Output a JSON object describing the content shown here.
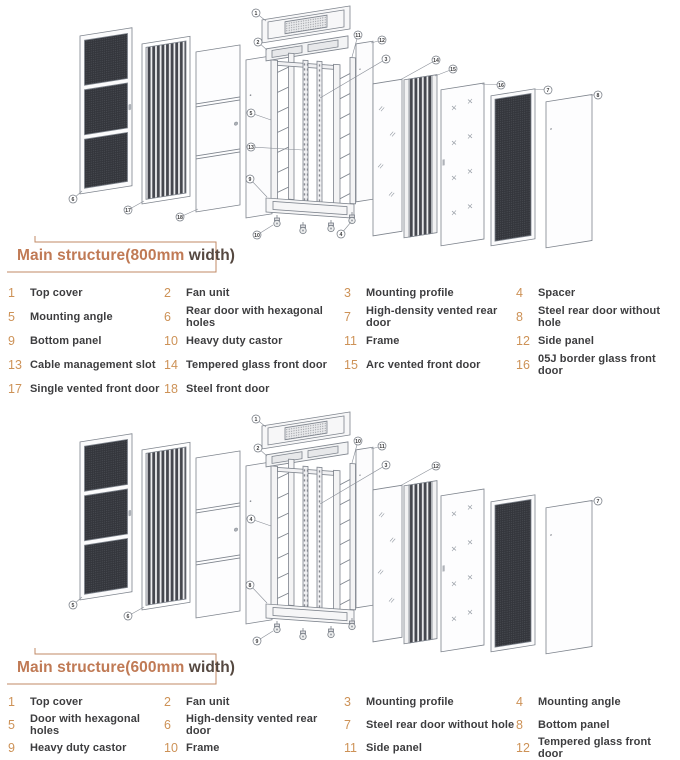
{
  "colors": {
    "accent_heading": "#c07a55",
    "heading_suffix": "#554840",
    "part_number": "#cd9257",
    "part_label": "#3d3d3f",
    "line_art": "#7d838c",
    "mesh_dark": "#34363c"
  },
  "section1": {
    "heading_main": "Main structure(800mm",
    "heading_suffix": " width)",
    "parts": [
      {
        "num": "1",
        "label": "Top cover"
      },
      {
        "num": "2",
        "label": "Fan unit"
      },
      {
        "num": "3",
        "label": "Mounting profile"
      },
      {
        "num": "4",
        "label": "Spacer"
      },
      {
        "num": "5",
        "label": "Mounting angle"
      },
      {
        "num": "6",
        "label": "Rear door with hexagonal holes"
      },
      {
        "num": "7",
        "label": "High-density vented rear door"
      },
      {
        "num": "8",
        "label": "Steel rear door without hole"
      },
      {
        "num": "9",
        "label": "Bottom panel"
      },
      {
        "num": "10",
        "label": "Heavy duty castor"
      },
      {
        "num": "11",
        "label": "Frame"
      },
      {
        "num": "12",
        "label": "Side panel"
      },
      {
        "num": "13",
        "label": "Cable management slot"
      },
      {
        "num": "14",
        "label": "Tempered glass front door"
      },
      {
        "num": "15",
        "label": "Arc vented front door"
      },
      {
        "num": "16",
        "label": "05J border glass front door"
      },
      {
        "num": "17",
        "label": "Single vented front door"
      },
      {
        "num": "18",
        "label": "Steel front door"
      }
    ]
  },
  "section2": {
    "heading_main": "Main structure(600mm",
    "heading_suffix": " width)",
    "parts": [
      {
        "num": "1",
        "label": "Top cover"
      },
      {
        "num": "2",
        "label": "Fan unit"
      },
      {
        "num": "3",
        "label": "Mounting profile"
      },
      {
        "num": "4",
        "label": "Mounting angle"
      },
      {
        "num": "5",
        "label": "Door with hexagonal holes"
      },
      {
        "num": "6",
        "label": "High-density vented rear door"
      },
      {
        "num": "7",
        "label": "Steel rear door without hole"
      },
      {
        "num": "8",
        "label": "Bottom panel"
      },
      {
        "num": "9",
        "label": "Heavy duty castor"
      },
      {
        "num": "10",
        "label": "Frame"
      },
      {
        "num": "11",
        "label": "Side panel"
      },
      {
        "num": "12",
        "label": "Tempered glass front door"
      }
    ]
  }
}
